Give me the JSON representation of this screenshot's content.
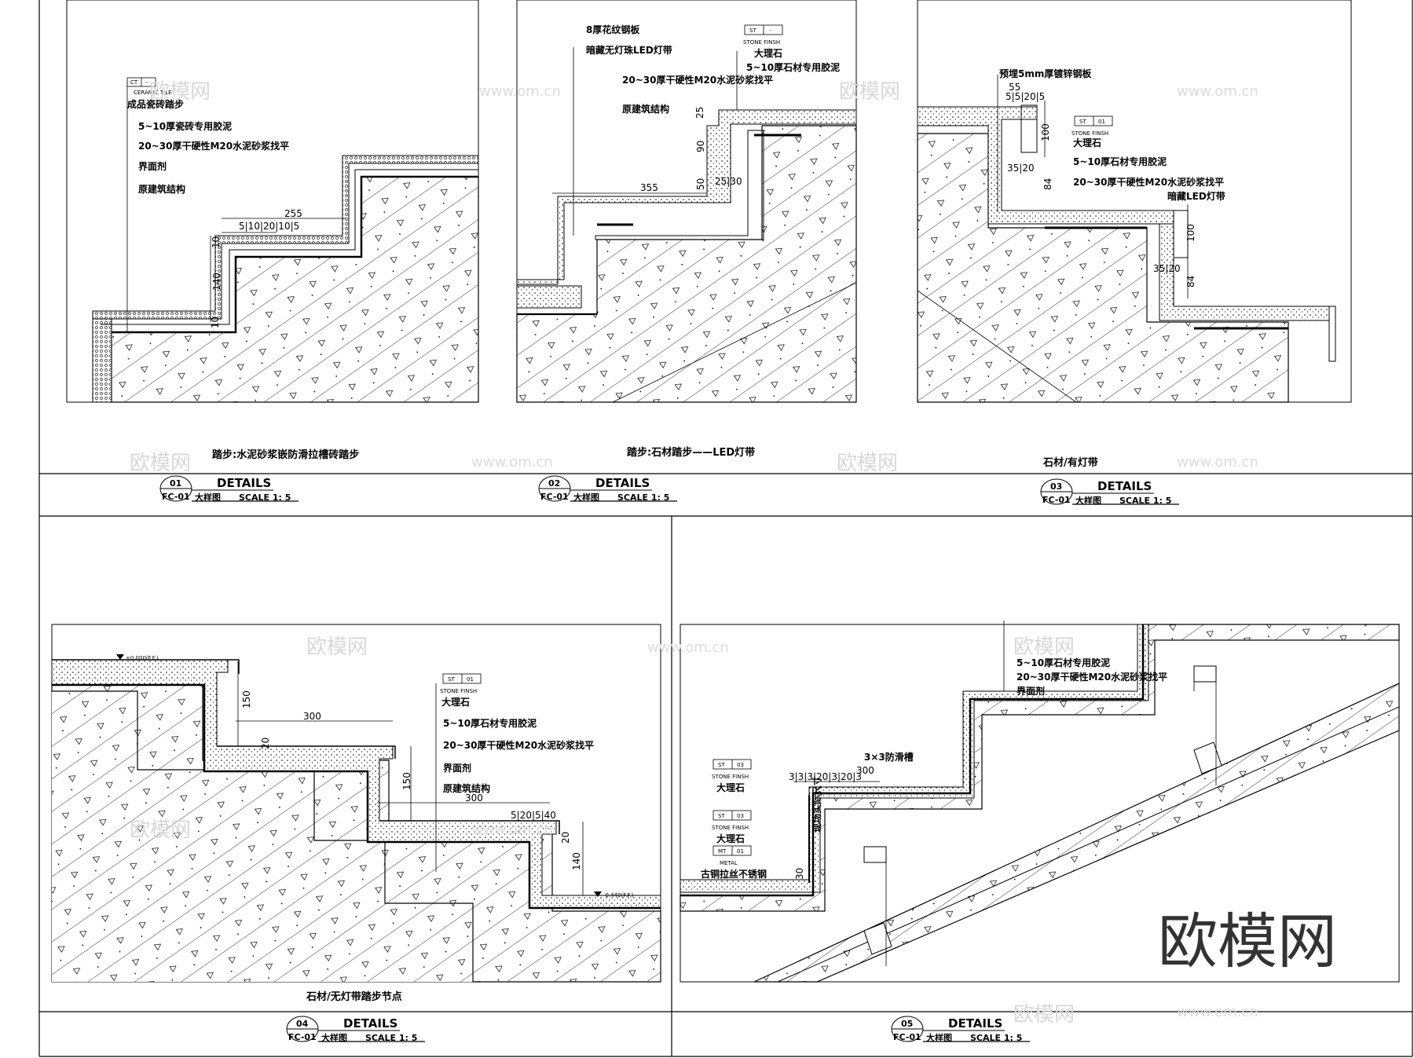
{
  "watermark": {
    "brand": "欧模网",
    "url": "www.om.cn"
  },
  "panels": [
    {
      "number": "01",
      "sheet": "FC-01",
      "details_label": "DETAILS",
      "subtitle": "大样图",
      "scale": "SCALE 1: 5",
      "caption": "踏步:水泥砂浆嵌防滑拉槽砖踏步",
      "tag": {
        "code": "CT",
        "num": "-",
        "desc": "CERAMIC TILE"
      },
      "callouts": [
        "成品瓷砖踏步",
        "5~10厚瓷砖专用胶泥",
        "20~30厚干硬性M20水泥砂浆找平",
        "界面剂",
        "原建筑结构"
      ],
      "dims": [
        "255",
        "5|10|20|10|5",
        "10",
        "140",
        "10"
      ]
    },
    {
      "number": "02",
      "sheet": "FC-01",
      "details_label": "DETAILS",
      "subtitle": "大样图",
      "scale": "SCALE 1: 5",
      "caption": "踏步:石材踏步——LED灯带",
      "tag": {
        "code": "ST",
        "num": "-",
        "desc": "STONE FINSH",
        "name": "大理石"
      },
      "callouts": [
        "8厚花纹钢板",
        "暗藏无灯珠LED灯带",
        "20~30厚干硬性M20水泥砂浆找平",
        "原建筑结构"
      ],
      "callouts_right": [
        "5~10厚石材专用胶泥"
      ],
      "dims": [
        "355",
        "25",
        "90",
        "50",
        "25|30"
      ]
    },
    {
      "number": "03",
      "sheet": "FC-01",
      "details_label": "DETAILS",
      "subtitle": "大样图",
      "scale": "SCALE 1: 5",
      "caption": "石材/有灯带",
      "top_note": "预埋5mm厚镀锌钢板",
      "tag": {
        "code": "ST",
        "num": "01",
        "desc": "STONE FINSH",
        "name": "大理石"
      },
      "callouts": [
        "5~10厚石材专用胶泥",
        "20~30厚干硬性M20水泥砂浆找平",
        "暗藏LED灯带"
      ],
      "dims": [
        "55",
        "5|5|20|5",
        "100",
        "35|20",
        "84",
        "100",
        "35|20",
        "84"
      ]
    },
    {
      "number": "04",
      "sheet": "FC-01",
      "details_label": "DETAILS",
      "subtitle": "大样图",
      "scale": "SCALE 1: 5",
      "caption": "石材/无灯带踏步节点",
      "level_top": "±0.000(F.F.)",
      "level_bottom": "-0.440(F.F.)",
      "tag": {
        "code": "ST",
        "num": "01",
        "desc": "STONE FINSH",
        "name": "大理石"
      },
      "callouts": [
        "5~10厚石材专用胶泥",
        "20~30厚干硬性M20水泥砂浆找平",
        "界面剂",
        "原建筑结构"
      ],
      "dims": [
        "300",
        "150",
        "20",
        "150",
        "300",
        "5|20|5|40",
        "20",
        "140"
      ]
    },
    {
      "number": "05",
      "sheet": "FC-01",
      "details_label": "DETAILS",
      "subtitle": "大样图",
      "scale": "SCALE 1: 5",
      "callouts_top": [
        "5~10厚石材专用胶泥",
        "20~30厚干硬性M20水泥砂浆找平",
        "界面剂"
      ],
      "groove_note": "3×3防滑槽",
      "tag1": {
        "code": "ST",
        "num": "03",
        "desc": "STONE FINSH",
        "name": "大理石"
      },
      "tag2": {
        "code": "ST",
        "num": "03",
        "desc": "STONE FINSH",
        "name": "大理石"
      },
      "tag3": {
        "code": "MT",
        "num": "01",
        "desc": "METAL",
        "name": "古铜拉丝不锈钢"
      },
      "vertical_note": "现场实际尺寸",
      "dims": [
        "3|3|3|20|3|20|3",
        "300",
        "30",
        "3"
      ]
    }
  ]
}
